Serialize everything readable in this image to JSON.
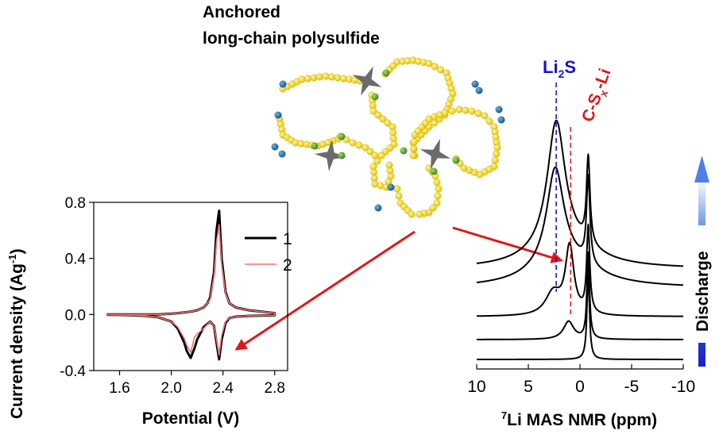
{
  "molecule": {
    "title_line1": "Anchored",
    "title_line2": "long-chain polysulfide",
    "colors": {
      "sulfur": "#f3d833",
      "anchor_carbon": "#5aa02c",
      "lithium": "#1e6fb0",
      "linker": "#6b6b6b"
    }
  },
  "cv_chart": {
    "chart_data": {
      "type": "line",
      "xlabel": "Potential (V)",
      "ylabel_main": "Current density (Ag",
      "ylabel_sup": "-1",
      "ylabel_end": ")",
      "xlim": [
        1.4,
        2.9
      ],
      "ylim": [
        -0.4,
        0.8
      ],
      "xticks": [
        1.6,
        2.0,
        2.4,
        2.8
      ],
      "xtick_labels": [
        "1.6",
        "2.0",
        "2.4",
        "2.8"
      ],
      "yticks": [
        -0.4,
        0.0,
        0.4,
        0.8
      ],
      "ytick_labels": [
        "-0.4",
        "0.0",
        "0.4",
        "0.8"
      ],
      "legend_position": "top-right",
      "series": [
        {
          "name": "1",
          "color": "#000000",
          "width": 3,
          "x": [
            1.5,
            1.6,
            1.7,
            1.8,
            1.9,
            2.0,
            2.05,
            2.1,
            2.15,
            2.2,
            2.25,
            2.28,
            2.3,
            2.33,
            2.35,
            2.37,
            2.39,
            2.42,
            2.45,
            2.5,
            2.6,
            2.7,
            2.8,
            2.8,
            2.7,
            2.6,
            2.5,
            2.45,
            2.42,
            2.39,
            2.37,
            2.35,
            2.33,
            2.3,
            2.25,
            2.2,
            2.18,
            2.15,
            2.12,
            2.1,
            2.05,
            2.0,
            1.9,
            1.8,
            1.7,
            1.6,
            1.5
          ],
          "y": [
            0.0,
            0.0,
            0.0,
            0.0,
            0.0,
            0.005,
            0.01,
            0.015,
            0.02,
            0.03,
            0.05,
            0.08,
            0.12,
            0.3,
            0.6,
            0.74,
            0.4,
            0.16,
            0.08,
            0.05,
            0.03,
            0.02,
            0.01,
            -0.005,
            -0.008,
            -0.01,
            -0.015,
            -0.025,
            -0.06,
            -0.18,
            -0.32,
            -0.2,
            -0.08,
            -0.05,
            -0.09,
            -0.18,
            -0.24,
            -0.31,
            -0.26,
            -0.2,
            -0.1,
            -0.05,
            -0.02,
            -0.01,
            -0.005,
            -0.003,
            -0.002
          ]
        },
        {
          "name": "2",
          "color": "#f07272",
          "width": 1.6,
          "x": [
            1.5,
            1.6,
            1.7,
            1.8,
            1.9,
            2.0,
            2.05,
            2.1,
            2.15,
            2.2,
            2.25,
            2.28,
            2.3,
            2.33,
            2.35,
            2.37,
            2.39,
            2.42,
            2.45,
            2.5,
            2.6,
            2.7,
            2.8,
            2.8,
            2.7,
            2.6,
            2.5,
            2.45,
            2.42,
            2.39,
            2.37,
            2.35,
            2.33,
            2.3,
            2.25,
            2.2,
            2.18,
            2.15,
            2.12,
            2.1,
            2.05,
            2.0,
            1.9,
            1.8,
            1.7,
            1.6,
            1.5
          ],
          "y": [
            0.0,
            0.0,
            0.0,
            0.0,
            0.0,
            0.005,
            0.01,
            0.015,
            0.02,
            0.03,
            0.05,
            0.08,
            0.11,
            0.27,
            0.52,
            0.64,
            0.36,
            0.15,
            0.08,
            0.05,
            0.03,
            0.02,
            0.01,
            -0.005,
            -0.008,
            -0.01,
            -0.015,
            -0.025,
            -0.05,
            -0.15,
            -0.29,
            -0.18,
            -0.08,
            -0.05,
            -0.1,
            -0.14,
            -0.16,
            -0.27,
            -0.22,
            -0.17,
            -0.09,
            -0.05,
            -0.02,
            -0.01,
            -0.005,
            -0.003,
            -0.002
          ]
        }
      ]
    }
  },
  "nmr_chart": {
    "chart_data": {
      "type": "line",
      "xlabel_sup": "7",
      "xlabel_main": "Li MAS NMR (ppm)",
      "xlim": [
        10,
        -10
      ],
      "xticks": [
        10,
        5,
        0,
        -5,
        -10
      ],
      "xtick_labels": [
        "10",
        "5",
        "0",
        "-5",
        "-10"
      ],
      "annotations": {
        "li2s": {
          "main": "Li",
          "sub": "2",
          "end": "S",
          "ppm": 2.3,
          "color": "#1515c8"
        },
        "csxli": {
          "main": "C-S",
          "sub": "x",
          "end": "-Li",
          "ppm": 0.9,
          "color": "#e01818"
        }
      },
      "direction_label": "Discharge",
      "series": [
        {
          "name": "",
          "peaks": [
            {
              "ppm": -0.8,
              "height": 0.95,
              "width": 0.15
            }
          ],
          "baseline": 0.0
        },
        {
          "name": "",
          "peaks": [
            {
              "ppm": -0.8,
              "height": 0.95,
              "width": 0.15
            },
            {
              "ppm": 1.1,
              "height": 0.2,
              "width": 0.6
            }
          ],
          "baseline": 0.0
        },
        {
          "name": "",
          "peaks": [
            {
              "ppm": -0.8,
              "height": 0.95,
              "width": 0.18
            },
            {
              "ppm": 1.0,
              "height": 0.75,
              "width": 0.5
            },
            {
              "ppm": 2.6,
              "height": 0.25,
              "width": 0.9
            }
          ],
          "baseline": 0.0
        },
        {
          "name": "",
          "peaks": [
            {
              "ppm": -0.8,
              "height": 0.95,
              "width": 0.2
            },
            {
              "ppm": 2.4,
              "height": 1.05,
              "width": 1.0
            }
          ],
          "baseline": 0.3
        },
        {
          "name": "",
          "peaks": [
            {
              "ppm": -0.8,
              "height": 0.95,
              "width": 0.2
            },
            {
              "ppm": 2.3,
              "height": 1.4,
              "width": 1.05
            }
          ],
          "baseline": 0.25
        }
      ]
    }
  }
}
